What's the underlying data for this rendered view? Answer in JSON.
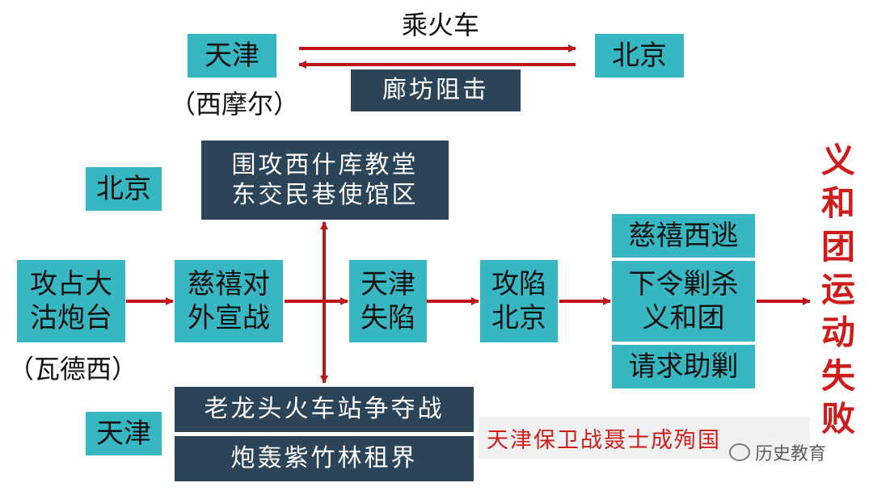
{
  "top": {
    "train_label": "乘火车",
    "tianjin": "天津",
    "seymour": "（西摩尔）",
    "beijing": "北京",
    "langfang": "廊坊阻击"
  },
  "beijing_side": {
    "label": "北京",
    "line1": "围攻西什库教堂",
    "line2": "东交民巷使馆区"
  },
  "main_flow": {
    "dagu_line1": "攻占大",
    "dagu_line2": "沽炮台",
    "waldersee": "（瓦德西）",
    "cixi_war_line1": "慈禧对",
    "cixi_war_line2": "外宣战",
    "tianjin_fall_line1": "天津",
    "tianjin_fall_line2": "失陷",
    "beijing_fall_line1": "攻陷",
    "beijing_fall_line2": "北京",
    "cixi_flee": "慈禧西逃",
    "order_line1": "下令剿杀",
    "order_line2": "义和团",
    "request": "请求助剿"
  },
  "tianjin_side": {
    "label": "天津",
    "station": "老龙头火车站争夺战",
    "concession": "炮轰紫竹林租界"
  },
  "result": [
    "义",
    "和",
    "团",
    "运",
    "动",
    "失",
    "败"
  ],
  "note": "天津保卫战聂士成殉国",
  "watermark": "历史教育",
  "colors": {
    "teal": "#36b7c1",
    "navy": "#2b4457",
    "arrow": "#c0141b",
    "result_red": "#d01b1b"
  }
}
